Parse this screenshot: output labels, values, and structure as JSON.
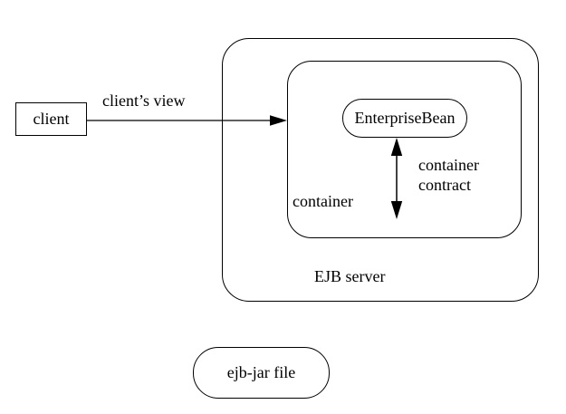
{
  "diagram": {
    "labels": {
      "client": "client",
      "clients_view": "client’s view",
      "enterprise_bean": "EnterpriseBean",
      "container_contract": "container\ncontract",
      "container": "container",
      "ejb_server": "EJB server",
      "ejb_jar": "ejb-jar file"
    },
    "colors": {
      "line": "#000000",
      "background": "#ffffff",
      "text": "#000000"
    }
  }
}
